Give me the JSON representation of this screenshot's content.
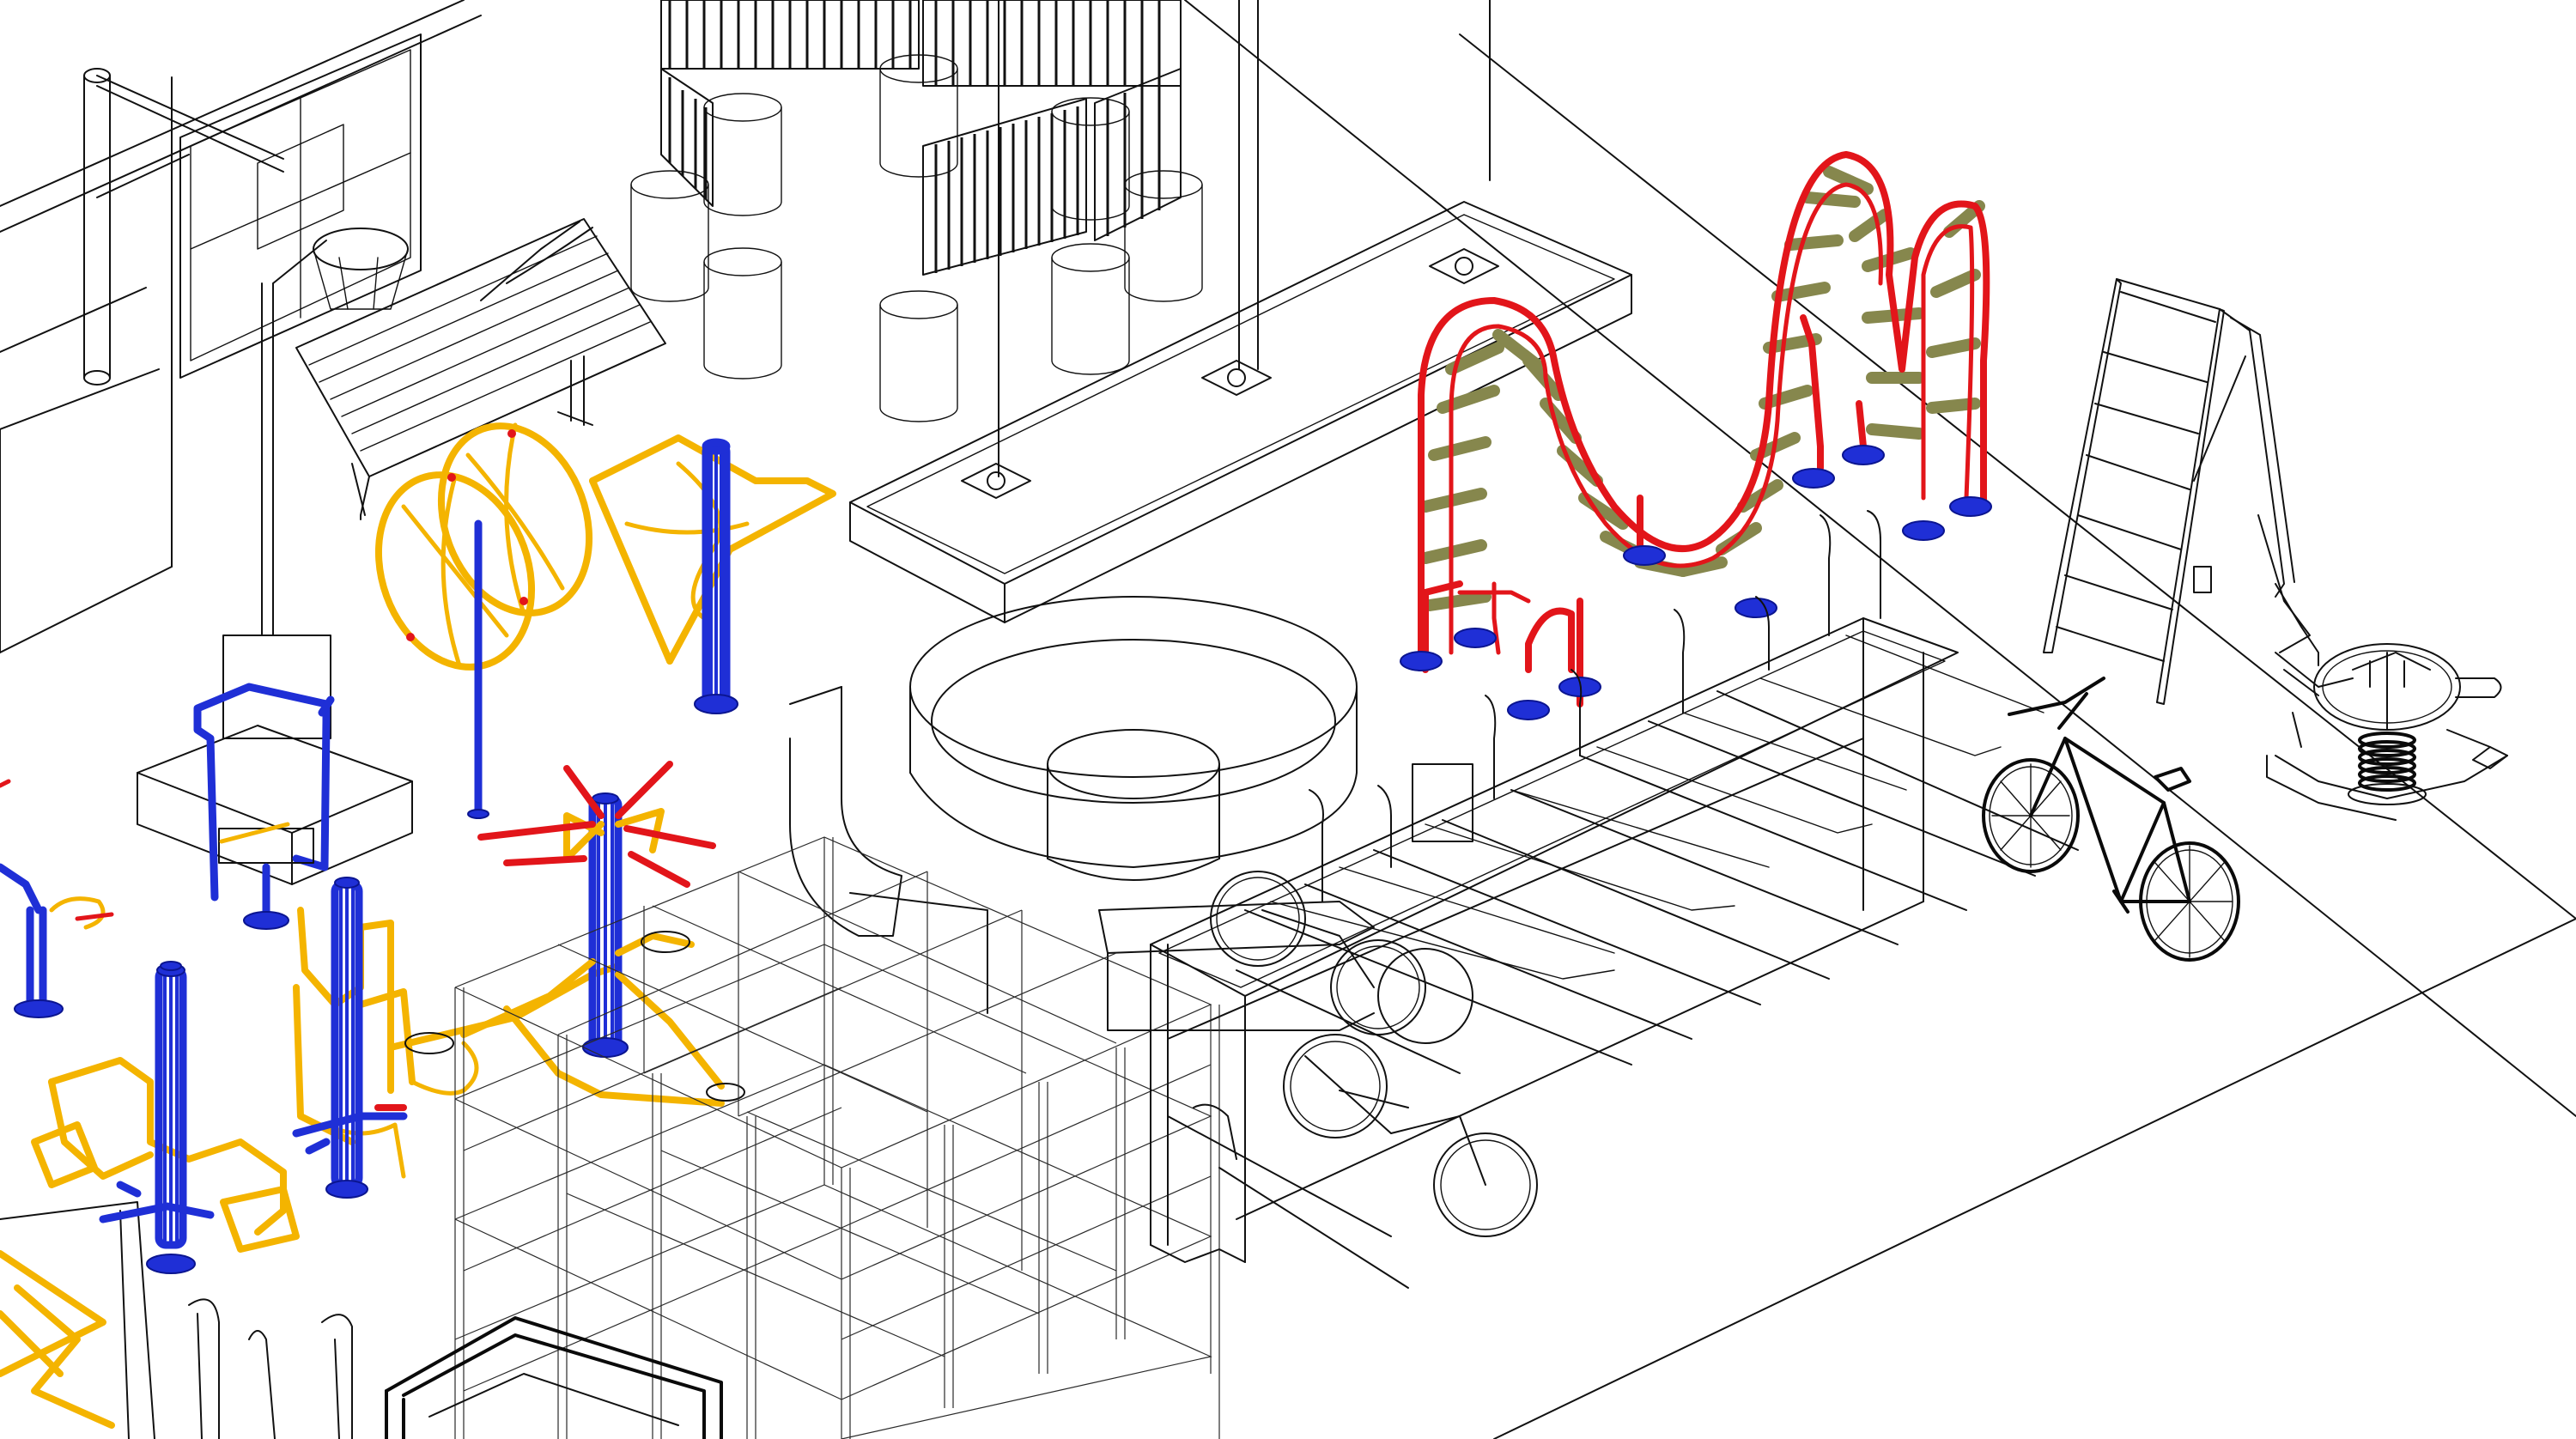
{
  "scene": {
    "palette": {
      "background": "#ffffff",
      "wireframe": "#111111",
      "fitness_equipment": "#f4b400",
      "posts": "#1f2fd6",
      "accent_red": "#e2151a",
      "ladder_rungs": "#86874d"
    },
    "objects": [
      "basketball-hoop",
      "park-bench",
      "octagonal-gazebo",
      "long-planter-bench",
      "fitness-wheel",
      "fitness-twister",
      "fitness-lift-station",
      "fitness-air-walker",
      "fitness-rowing-seat",
      "arch-ladder",
      "round-seat-planter",
      "cube-frame-structure",
      "bicycle-parking-rack",
      "bicycle",
      "step-ladder",
      "spring-rider",
      "planter-box"
    ]
  }
}
